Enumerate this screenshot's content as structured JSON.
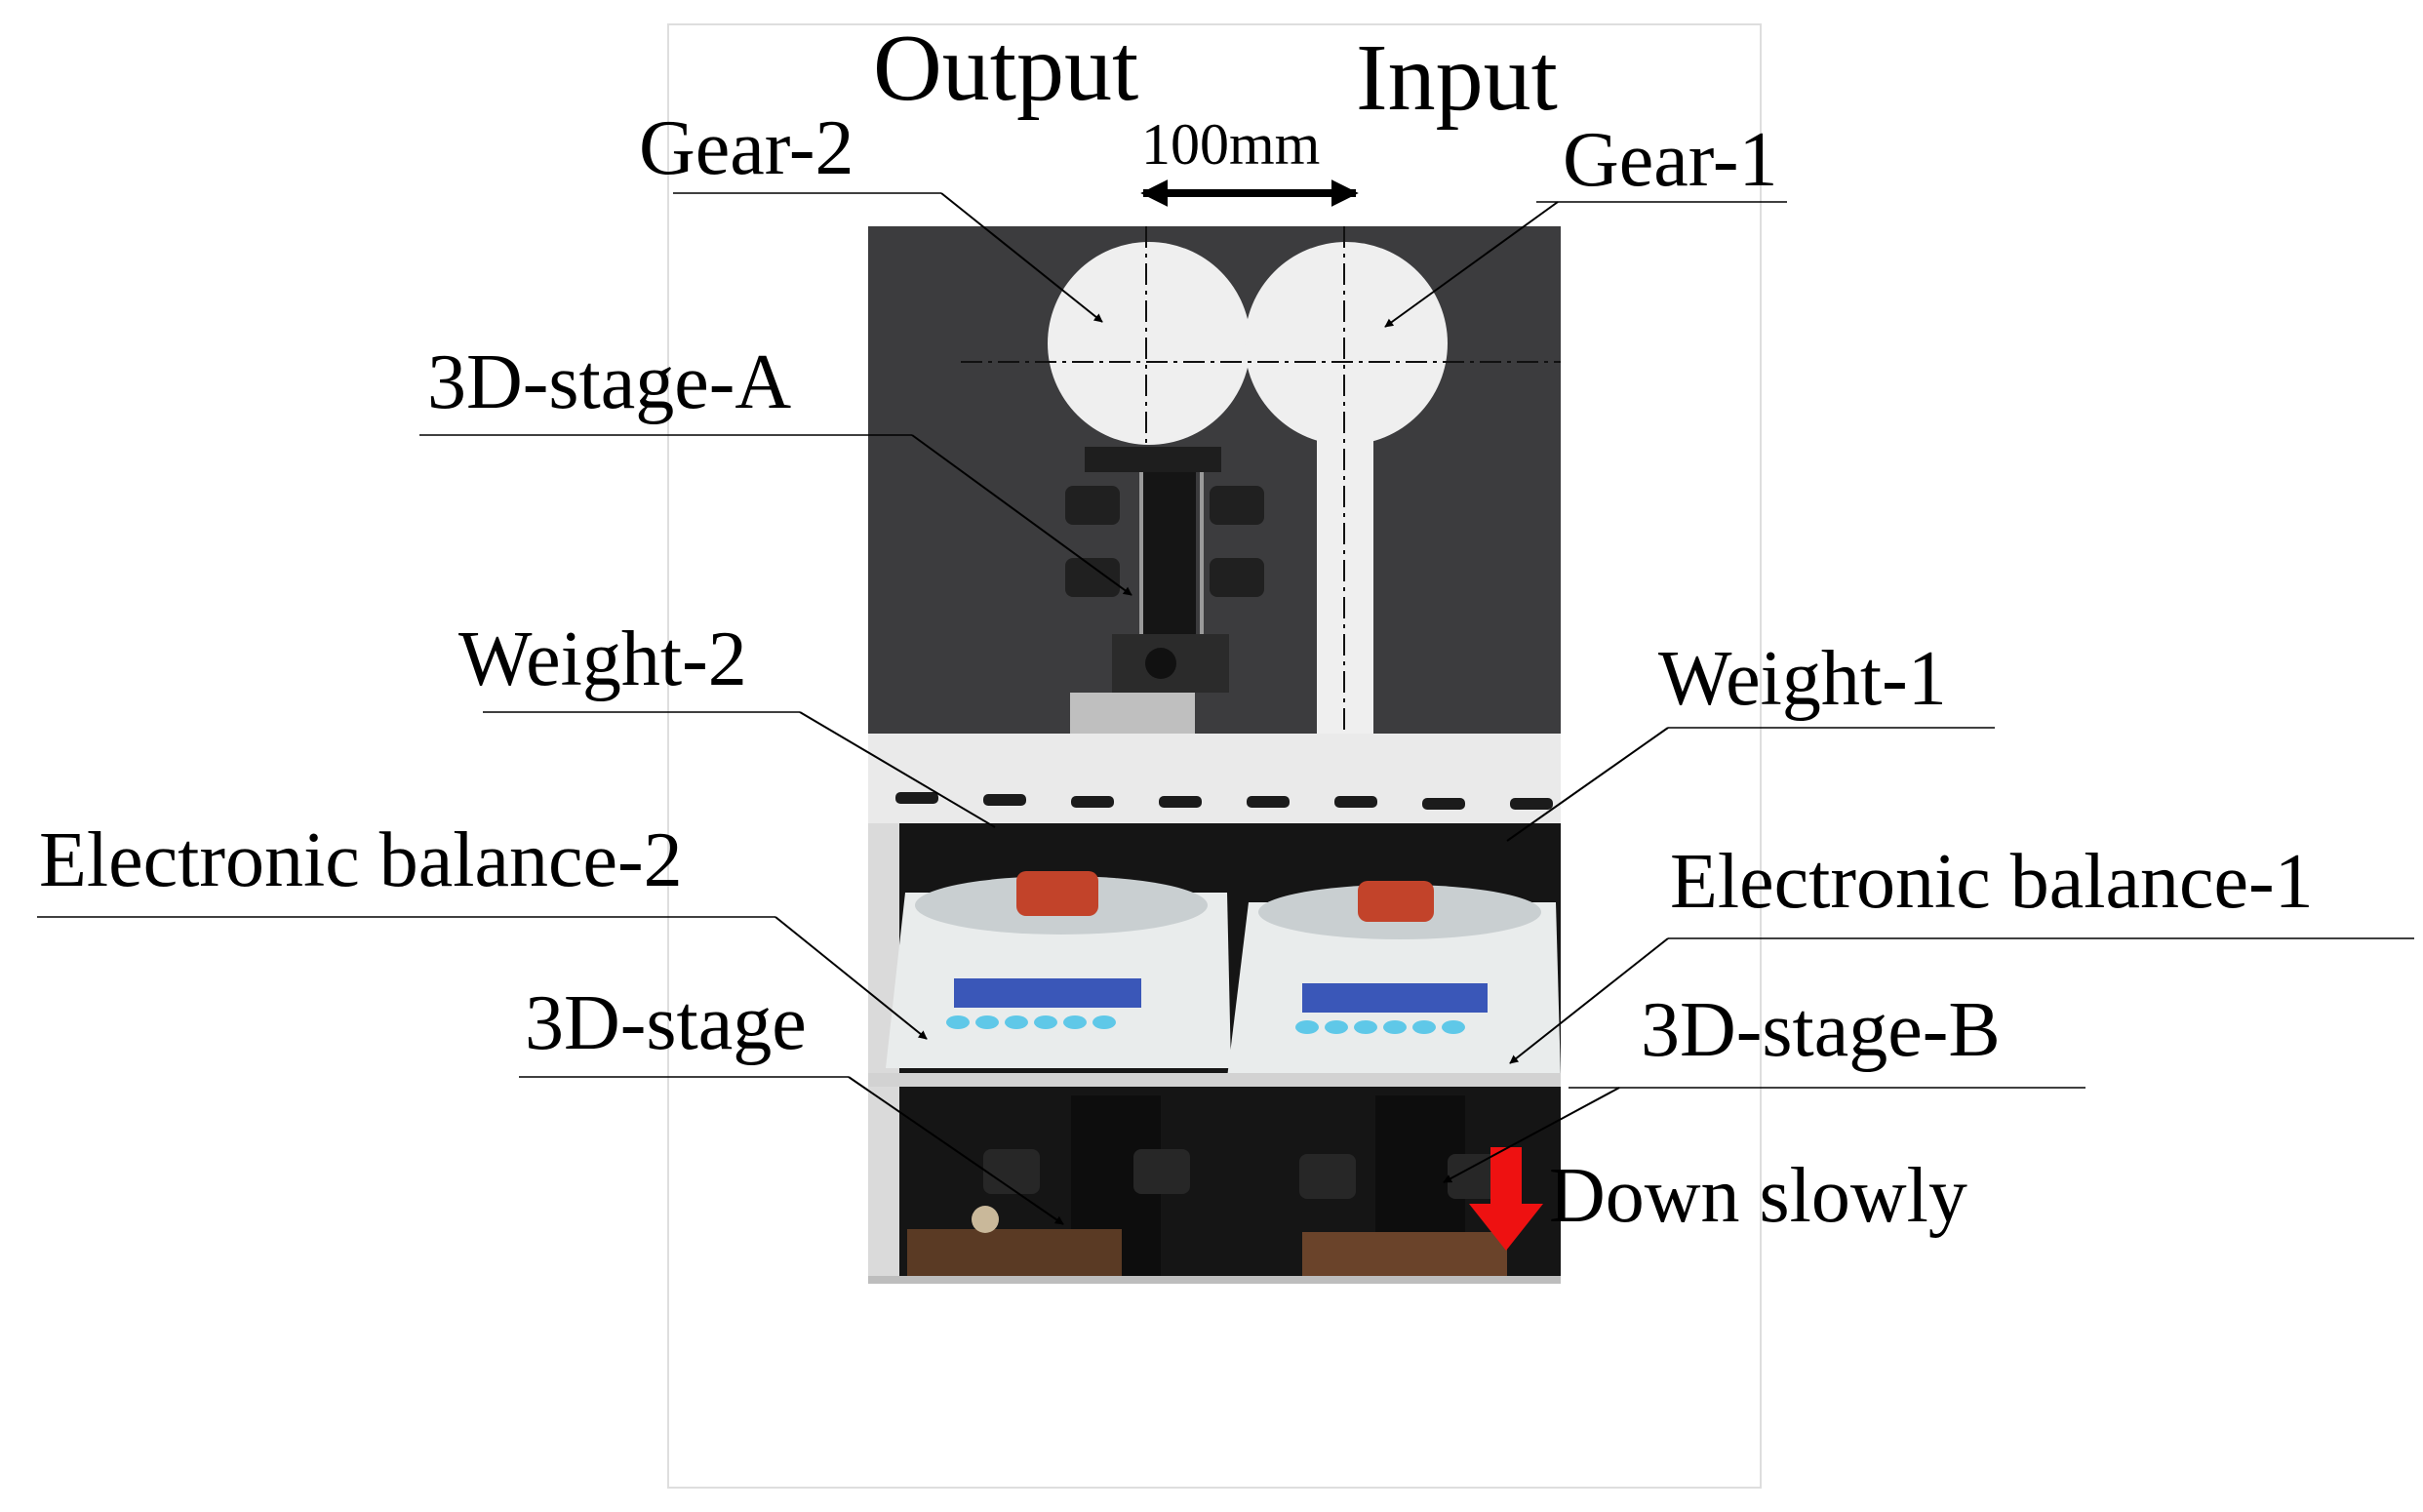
{
  "labels": {
    "output": "Output",
    "input": "Input",
    "dimension": "100mm",
    "gear2": "Gear-2",
    "gear1": "Gear-1",
    "stage_a": "3D-stage-A",
    "weight2": "Weight-2",
    "weight1": "Weight-1",
    "balance2": "Electronic balance-2",
    "balance1": "Electronic balance-1",
    "stage": "3D-stage",
    "stage_b": "3D-stage-B",
    "down_slowly": "Down slowly"
  },
  "colors": {
    "background": "#ffffff",
    "photo_backdrop": "#3c3c3e",
    "gear": "#efefef",
    "balance_body": "#e9ecec",
    "balance_display": "#3a57b8",
    "weight": "#c2432a",
    "arrow_red": "#ee1111"
  }
}
